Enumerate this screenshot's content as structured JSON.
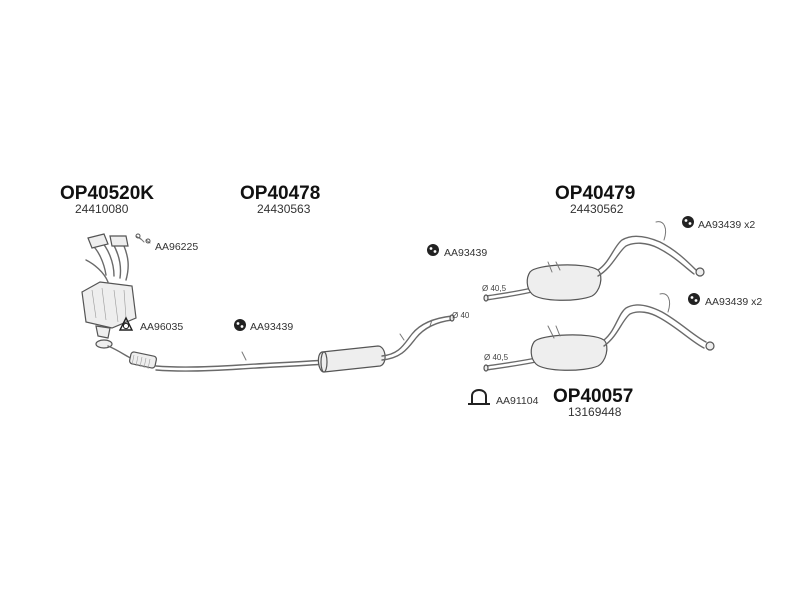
{
  "parts": [
    {
      "code": "OP40520K",
      "oe": "24410080"
    },
    {
      "code": "OP40478",
      "oe": "24430563"
    },
    {
      "code": "OP40479",
      "oe": "24430562"
    },
    {
      "code": "OP40057",
      "oe": "13169448"
    }
  ],
  "accessories": {
    "clamp_kit": "AA96225",
    "gasket": "AA96035",
    "hanger_1": "AA93439",
    "hanger_2": "AA93439",
    "hanger_3": "AA93439 x2",
    "hanger_4": "AA93439 x2",
    "clamp": "AA91104"
  },
  "dimensions": {
    "d40": "Ø 40",
    "d405_a": "Ø 40,5",
    "d405_b": "Ø 40,5"
  },
  "icons": [
    "rubber-hanger-icon",
    "gasket-icon",
    "clamp-icon",
    "clamp-kit-icon"
  ]
}
